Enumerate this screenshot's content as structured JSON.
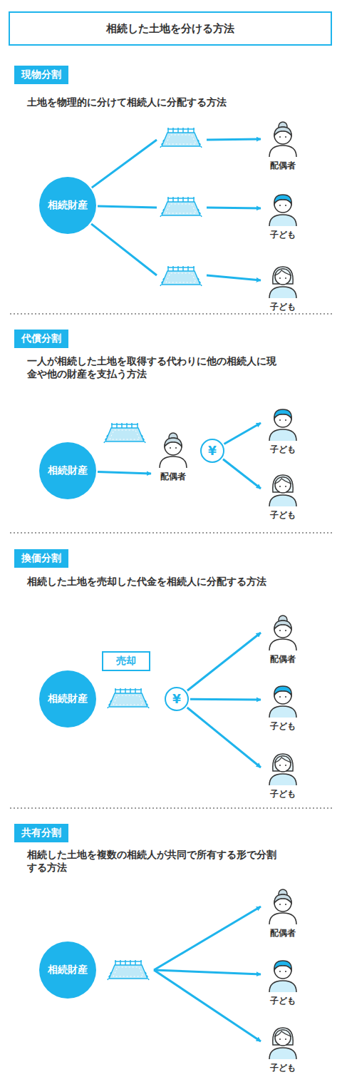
{
  "diagram": {
    "title": "相続した土地を分ける方法",
    "nodes": [
      {
        "text": [
          "現物分割"
        ]
      },
      {
        "text": [
          "相続財産"
        ]
      },
      {
        "text": [
          "配偶者"
        ]
      },
      {
        "text": [
          "子ども"
        ]
      },
      {
        "text": [
          "子ども"
        ]
      },
      {
        "text": [
          "代償分割"
        ]
      },
      {
        "text": [
          "相続財産"
        ]
      },
      {
        "text": [
          "配偶者"
        ]
      },
      {
        "text": [
          "¥"
        ]
      },
      {
        "text": [
          "子ども"
        ]
      },
      {
        "text": [
          "子ども"
        ]
      },
      {
        "text": [
          "換価分割"
        ]
      },
      {
        "text": [
          "売却"
        ]
      },
      {
        "text": [
          "相続財産"
        ]
      },
      {
        "text": [
          "¥"
        ]
      },
      {
        "text": [
          "配偶者"
        ]
      },
      {
        "text": [
          "子ども"
        ]
      },
      {
        "text": [
          "子ども"
        ]
      },
      {
        "text": [
          "共有分割"
        ]
      },
      {
        "text": [
          "相続財産"
        ]
      },
      {
        "text": [
          "配偶者"
        ]
      },
      {
        "text": [
          "子ども"
        ]
      },
      {
        "text": [
          "子ども"
        ]
      }
    ],
    "edges": [
      {
        "from": 1,
        "to": 2,
        "arrow": "to"
      },
      {
        "from": 1,
        "to": 3,
        "arrow": "to"
      },
      {
        "from": 1,
        "to": 4,
        "arrow": "to"
      },
      {
        "from": 6,
        "to": 7,
        "arrow": "to"
      },
      {
        "from": 8,
        "to": 9,
        "arrow": "to"
      },
      {
        "from": 8,
        "to": 10,
        "arrow": "to"
      },
      {
        "from": 14,
        "to": 15,
        "arrow": "to"
      },
      {
        "from": 14,
        "to": 16,
        "arrow": "to"
      },
      {
        "from": 14,
        "to": 17,
        "arrow": "to"
      },
      {
        "from": 19,
        "to": 20,
        "arrow": "to"
      },
      {
        "from": 19,
        "to": 21,
        "arrow": "to"
      },
      {
        "from": 19,
        "to": 22,
        "arrow": "to"
      }
    ],
    "labels": [
      "土地を物理的に分けて相続人に分配する方法",
      "一人が相続した土地を取得する代わりに他の相続人に現金や他の財産を支払う方法",
      "相続した土地を売却した代金を相続人に分配する方法",
      "相続した土地を複数の相続人が共同で所有する形で分割する方法"
    ]
  }
}
